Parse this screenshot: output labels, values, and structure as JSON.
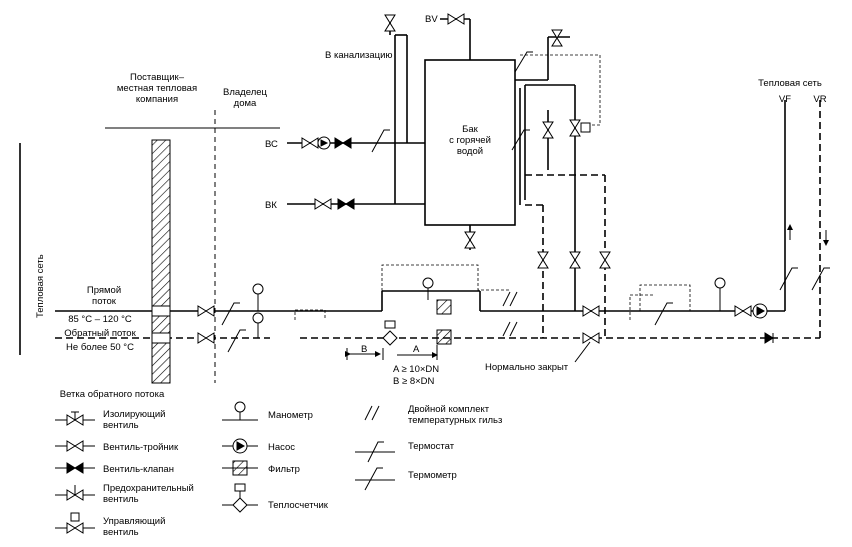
{
  "labels": {
    "sewer": "В канализацию",
    "bv": "BV",
    "heating_network_right": "Тепловая сеть",
    "vf": "VF",
    "vr": "VR",
    "supplier": "Поставщик–\nместная тепловая\nкомпания",
    "owner": "Владелец\nдома",
    "bc": "ВС",
    "bk": "ВК",
    "tank": "Бак\nс горячей\nводой",
    "heating_network_left": "Тепловая сеть",
    "direct_flow": "Прямой\nпоток",
    "temp_supply": "85 °C – 120 °C",
    "return_flow": "Обратный поток",
    "temp_return": "Не более 50 °C",
    "dim_b": "B",
    "dim_a": "A",
    "rule_a": "A ≥ 10×DN",
    "rule_b": "B ≥ 8×DN",
    "normally_closed": "Нормально закрыт",
    "return_branch": "Ветка обратного потока"
  },
  "legend": {
    "isolating_valve": "Изолирующий\nвентиль",
    "tee_valve": "Вентиль-тройник",
    "check_valve": "Вентиль-клапан",
    "safety_valve": "Предохранительный\nвентиль",
    "control_valve": "Управляющий\nвентиль",
    "manometer": "Манометр",
    "pump": "Насос",
    "filter": "Фильтр",
    "heat_meter": "Теплосчетчик",
    "double_sleeve": "Двойной комплект\nтемпературных гильз",
    "thermostat": "Термостат",
    "thermometer": "Термометр"
  }
}
